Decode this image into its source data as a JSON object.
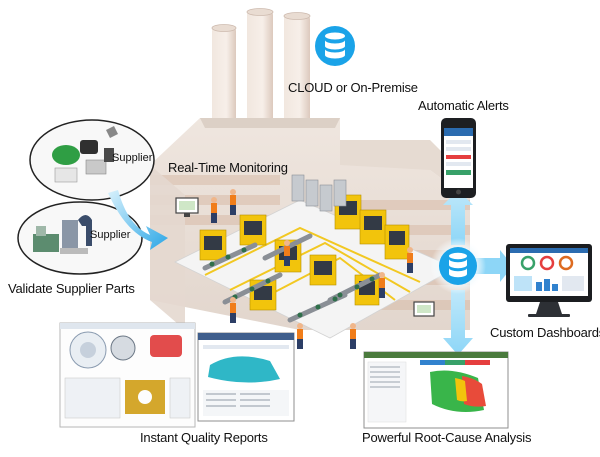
{
  "labels": {
    "cloud": "CLOUD or On-Premise",
    "alerts": "Automatic Alerts",
    "monitoring": "Real-Time Monitoring",
    "supplier_top": "Supplier",
    "supplier_bottom": "Supplier",
    "validate": "Validate Supplier Parts",
    "dashboards": "Custom Dashboards",
    "quality": "Instant Quality Reports",
    "root_cause": "Powerful Root-Cause Analysis"
  },
  "icons": {
    "cloud": "database-icon",
    "hub": "database-icon",
    "phone": "smartphone-icon",
    "monitor": "monitor-icon"
  },
  "colors": {
    "accent_blue": "#1aa3e8",
    "arrow_blue": "#7fd3f5",
    "factory_wall": "#e8e2dc",
    "factory_brick": "#d9b9a6",
    "machine_yellow": "#f2c40c",
    "machine_dark": "#333a45",
    "conveyor_gray": "#8a8f96",
    "worker_orange": "#f07d1a"
  }
}
